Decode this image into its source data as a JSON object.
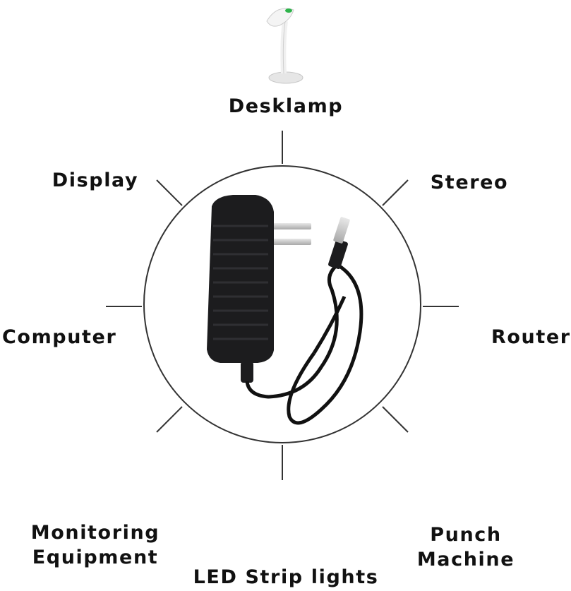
{
  "labels": {
    "desklamp": "Desklamp",
    "display": "Display",
    "stereo": "Stereo",
    "computer": "Computer",
    "router": "Router",
    "monitoring_line1": "Monitoring",
    "monitoring_line2": "Equipment",
    "led_strip": "LED Strip lights",
    "punch_line1": "Punch",
    "punch_line2": "Machine"
  },
  "colors": {
    "adapter_body": "#1c1c1e",
    "circle_outline": "#333333",
    "text": "#111111",
    "led_light": "#f5e27a"
  },
  "icons": [
    "desk-lamp-icon",
    "display-icon",
    "stereo-icon",
    "laptop-icon",
    "router-icon",
    "camera-icon",
    "led-strip-icon",
    "punch-machine-icon",
    "power-adapter-icon"
  ]
}
